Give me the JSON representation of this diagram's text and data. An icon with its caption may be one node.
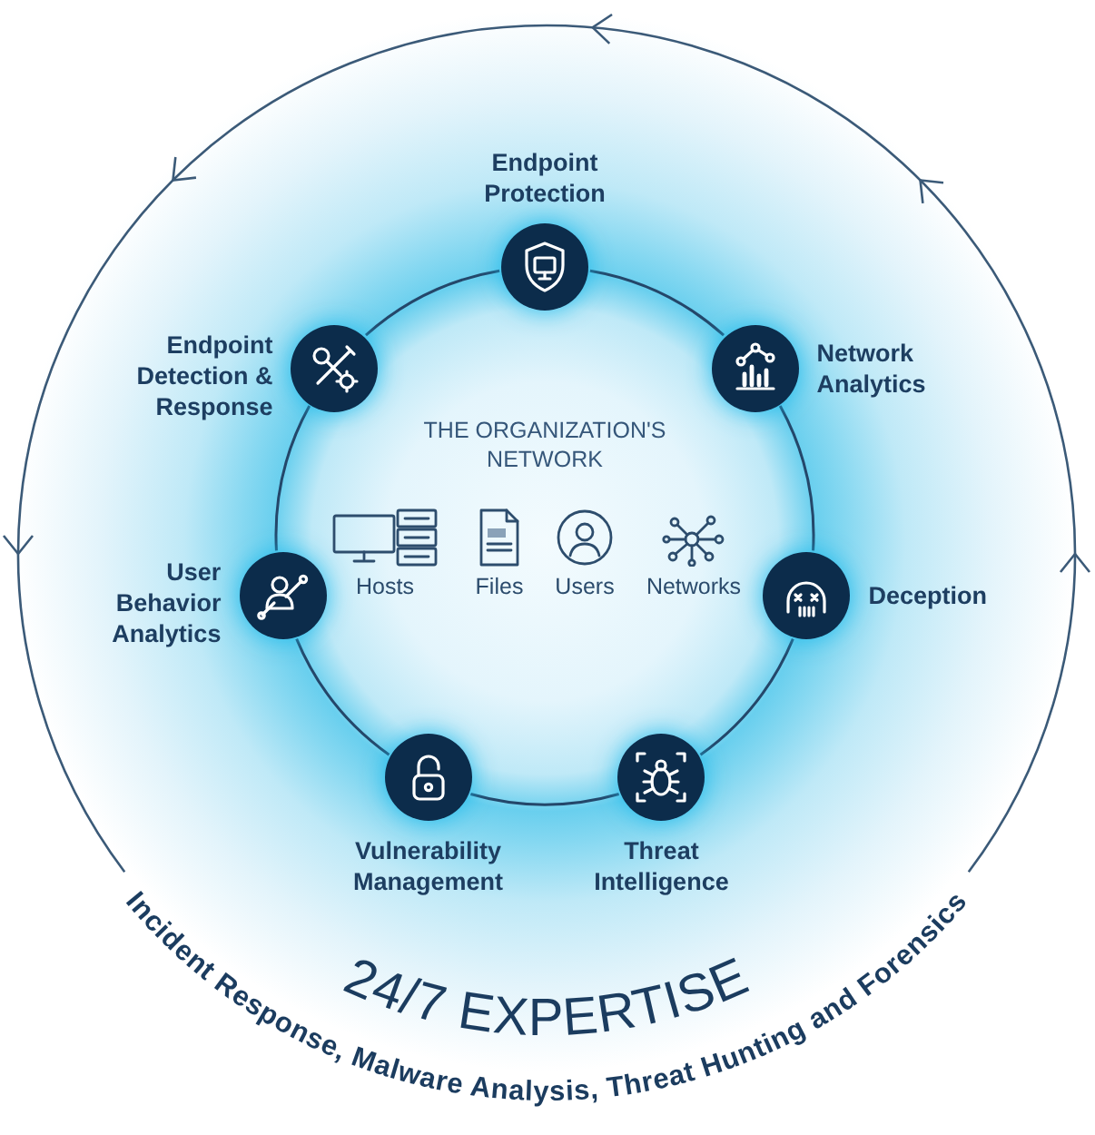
{
  "diagram": {
    "nodes": [
      {
        "text": [],
        "shape": "circle",
        "beside": [
          "Endpoint Protection"
        ]
      },
      {
        "text": [],
        "shape": "circle",
        "beside": [
          "Endpoint Detection & Response"
        ]
      },
      {
        "text": [],
        "shape": "circle",
        "beside": [
          "Network Analytics"
        ]
      },
      {
        "text": [],
        "shape": "circle",
        "beside": [
          "User Behavior Analytics"
        ]
      },
      {
        "text": [],
        "shape": "circle",
        "beside": [
          "Deception"
        ]
      },
      {
        "text": [],
        "shape": "circle",
        "beside": [
          "Vulnerability Management"
        ]
      },
      {
        "text": [],
        "shape": "circle",
        "beside": [
          "Threat Intelligence"
        ]
      }
    ],
    "edges": [
      {
        "from": 0,
        "to": 2,
        "arrow": "none"
      },
      {
        "from": 2,
        "to": 4,
        "arrow": "none"
      },
      {
        "from": 4,
        "to": 6,
        "arrow": "none"
      },
      {
        "from": 6,
        "to": 5,
        "arrow": "none"
      },
      {
        "from": 5,
        "to": 3,
        "arrow": "none"
      },
      {
        "from": 3,
        "to": 1,
        "arrow": "none"
      },
      {
        "from": 1,
        "to": 0,
        "arrow": "none"
      }
    ],
    "labels": [
      "THE ORGANIZATION'S NETWORK",
      "Hosts",
      "Files",
      "Users",
      "Networks",
      "24/7 EXPERTISE",
      "Incident Response, Malware Analysis, Threat Hunting and Forensics"
    ]
  }
}
